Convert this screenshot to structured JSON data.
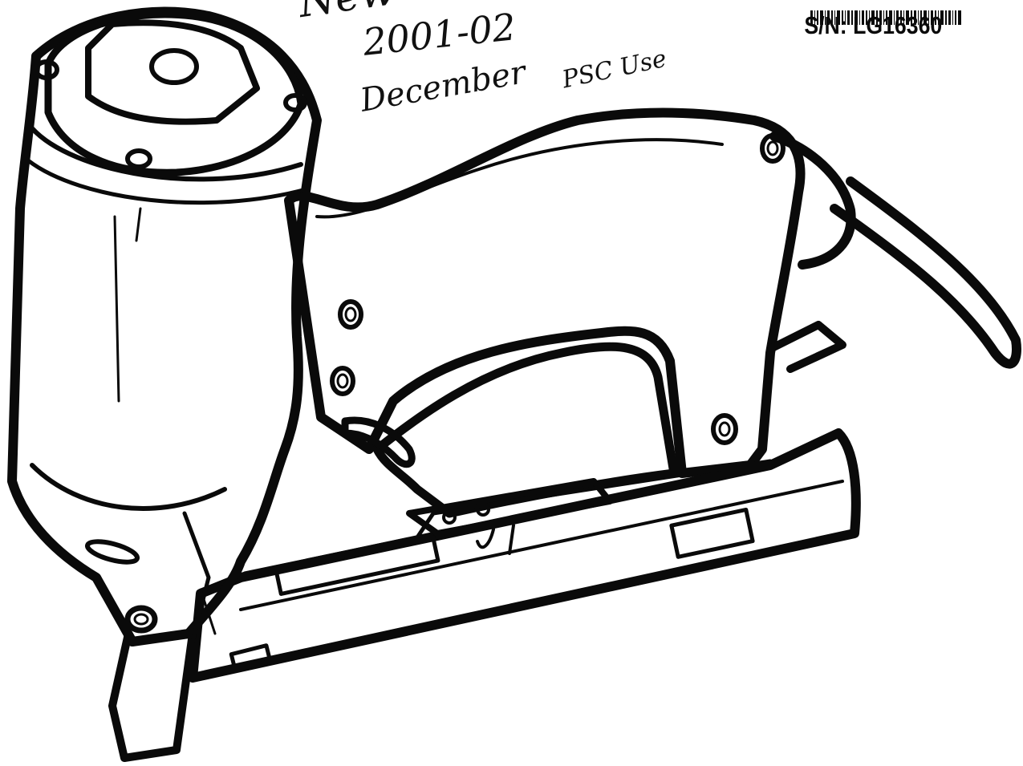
{
  "annotations": {
    "handwritten_top": "New",
    "handwritten_year": "2001-02",
    "handwritten_month": "December",
    "handwritten_note": "PSC Use"
  },
  "label": {
    "serial_number": "S/N: LG16360"
  },
  "colors": {
    "ink": "#0a0a0a",
    "paper": "#ffffff"
  },
  "illustration": {
    "subject": "pneumatic-stapler-icon"
  }
}
